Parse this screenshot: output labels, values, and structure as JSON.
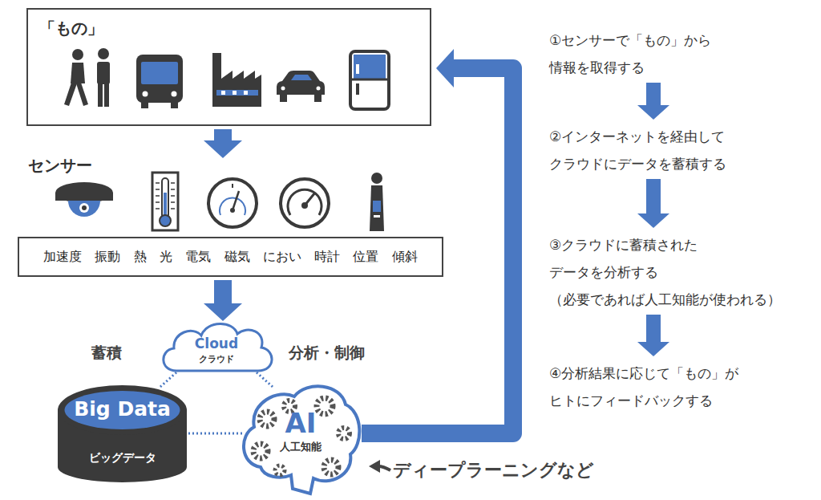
{
  "diagram": {
    "nodes": [
      {
        "text": [
          "「もの」"
        ]
      },
      {
        "text": [
          "センサー",
          "加速度 振動 熱 光 電気 磁気 におい 時計 位置 傾斜"
        ]
      },
      {
        "text": [
          "Cloud",
          "クラウド"
        ]
      },
      {
        "text": [
          "Big Data",
          "ビッグデータ"
        ]
      },
      {
        "text": [
          "AI",
          "人工知能"
        ]
      },
      {
        "text": [
          "①センサーで「もの」から 情報を取得する"
        ]
      },
      {
        "text": [
          "②インターネットを経由して クラウドにデータを蓄積する"
        ]
      },
      {
        "text": [
          "③クラウドに蓄積された データを分析する （必要であれば人工知能が使われる）"
        ]
      },
      {
        "text": [
          "④分析結果に応じて「もの」が ヒトにフィードバックする"
        ]
      }
    ],
    "edges": [
      {
        "from": 2,
        "to": 3,
        "arrow": "none",
        "label": "蓄積"
      },
      {
        "from": 2,
        "to": 4,
        "arrow": "none",
        "label": "分析・制御"
      },
      {
        "from": 3,
        "to": 4,
        "arrow": "none"
      },
      {
        "from": 0,
        "to": 1,
        "arrow": "to"
      },
      {
        "from": 1,
        "to": 2,
        "arrow": "to"
      },
      {
        "from": 4,
        "to": 0,
        "arrow": "to"
      },
      {
        "from": 5,
        "to": 6,
        "arrow": "to"
      },
      {
        "from": 6,
        "to": 7,
        "arrow": "to"
      },
      {
        "from": 7,
        "to": 8,
        "arrow": "to"
      }
    ],
    "labels": [
      "ディープラーニングなど"
    ]
  }
}
